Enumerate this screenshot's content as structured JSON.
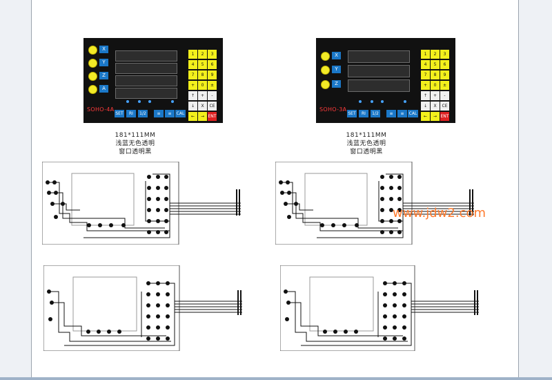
{
  "left_panel": {
    "model": "SOHO-4A",
    "axes": [
      "X",
      "Y",
      "Z",
      "A"
    ],
    "screens": 4,
    "keypad": [
      "1",
      "2",
      "3",
      "4",
      "5",
      "6",
      "7",
      "8",
      "9",
      "+",
      "0",
      "±",
      "↑",
      "+",
      "-",
      "↓",
      "X",
      "CE",
      "←",
      "→",
      "ENT"
    ],
    "bottom_keys": [
      "SET",
      "RI",
      "1/2",
      "≡",
      "≡",
      "CAL"
    ]
  },
  "right_panel": {
    "model": "SOHO-3A",
    "axes": [
      "X",
      "Y",
      "Z"
    ],
    "screens": 3,
    "keypad": [
      "1",
      "2",
      "3",
      "4",
      "5",
      "6",
      "7",
      "8",
      "9",
      "+",
      "0",
      "±",
      "↑",
      "+",
      "-",
      "↓",
      "X",
      "CE",
      "←",
      "→",
      "ENT"
    ],
    "bottom_keys": [
      "SET",
      "RI",
      "1/2",
      "≡",
      "≡",
      "CAL"
    ]
  },
  "left_caption": {
    "size": "181*111MM",
    "line2": "浅蓝无色透明",
    "line3": "窗口透明黑"
  },
  "right_caption": {
    "size": "181*111MM",
    "line2": "浅蓝无色透明",
    "line3": "窗口透明黑"
  },
  "watermark": "www.jdw2.com"
}
